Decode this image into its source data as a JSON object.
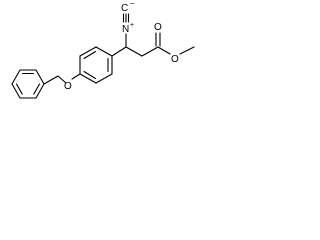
{
  "molecule": {
    "atoms": {
      "ether_oxygen": "O",
      "carbonyl_oxygen": "O",
      "ester_oxygen": "O",
      "isocyanide_carbon": "C",
      "isocyanide_nitrogen": "N",
      "isocyanide_charge_plus": "+",
      "isocyanide_charge_minus": "−"
    },
    "colors": {
      "bond": "#000000",
      "label": "#000000",
      "background": "#ffffff"
    }
  }
}
